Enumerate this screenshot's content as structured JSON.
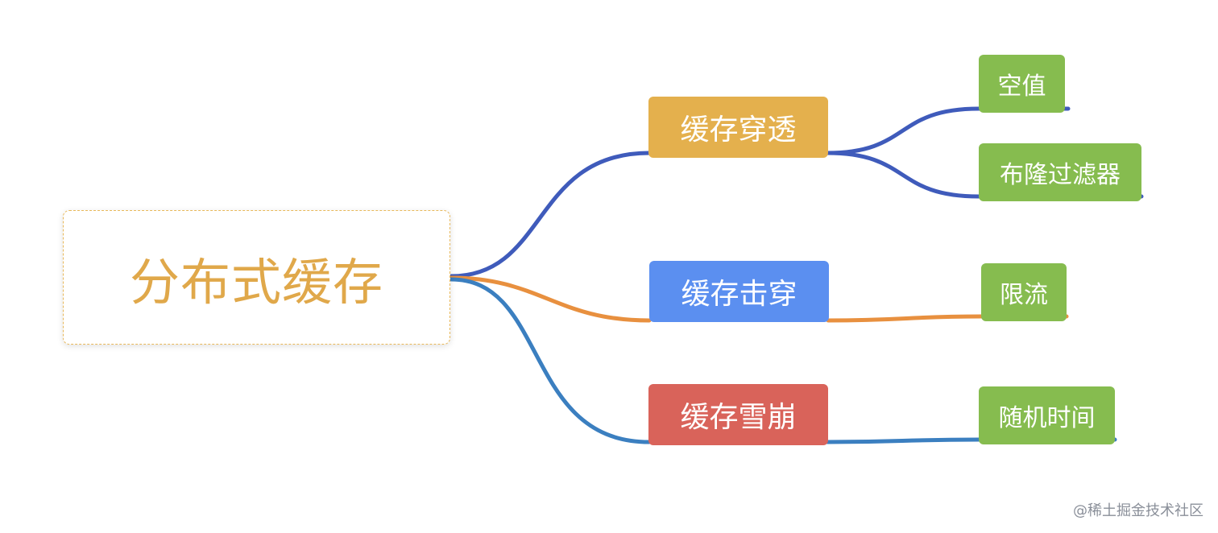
{
  "root": {
    "label": "分布式缓存"
  },
  "branches": [
    {
      "label": "缓存穿透",
      "color": "#e4b04d",
      "link_color": "#3f5bbb",
      "children": [
        "空值",
        "布隆过滤器"
      ]
    },
    {
      "label": "缓存击穿",
      "color": "#5b8ff0",
      "link_color": "#e8903f",
      "children": [
        "限流"
      ]
    },
    {
      "label": "缓存雪崩",
      "color": "#d9635a",
      "link_color": "#3b7fc0",
      "children": [
        "随机时间"
      ]
    }
  ],
  "leaf_color": "#86bc4f",
  "watermark": "@稀土掘金技术社区"
}
